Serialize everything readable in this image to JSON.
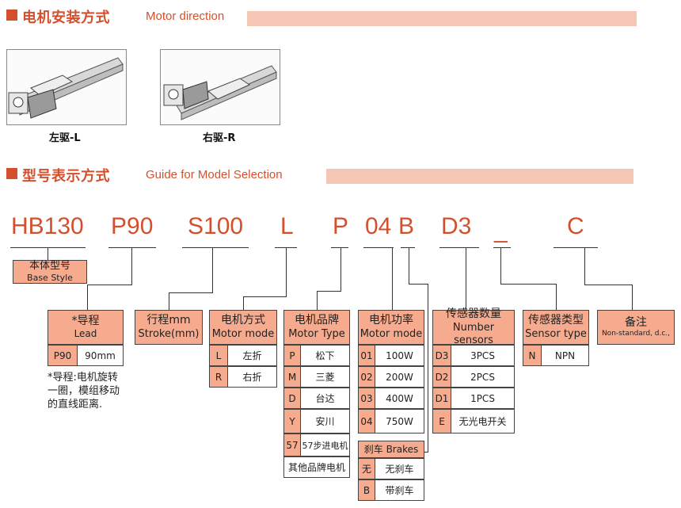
{
  "section1": {
    "title_cn": "电机安装方式",
    "title_en": "Motor direction"
  },
  "directions": [
    {
      "caption": "左驱-L"
    },
    {
      "caption": "右驱-R"
    }
  ],
  "section2": {
    "title_cn": "型号表示方式",
    "title_en": "Guide for Model Selection"
  },
  "model_code": [
    "HB130",
    "P90",
    "S100",
    "L",
    "P",
    "04",
    "B",
    "D3",
    "_",
    "C"
  ],
  "base_style": {
    "cn": "本体型号",
    "en": "Base Style"
  },
  "lead": {
    "cn": "*导程",
    "en": "Lead",
    "key": "P90",
    "value": "90mm",
    "note": "*导程:电机旋转一圈，模组移动的直线距离."
  },
  "stroke": {
    "cn": "行程mm",
    "en": "Stroke(mm)"
  },
  "motor_mode": {
    "cn": "电机方式",
    "en": "Motor mode",
    "options": [
      {
        "key": "L",
        "value": "左折"
      },
      {
        "key": "R",
        "value": "右折"
      }
    ]
  },
  "motor_type": {
    "cn": "电机品牌",
    "en": "Motor Type",
    "options": [
      {
        "key": "P",
        "value": "松下"
      },
      {
        "key": "M",
        "value": "三菱"
      },
      {
        "key": "D",
        "value": "台达"
      },
      {
        "key": "Y",
        "value": "安川"
      },
      {
        "key": "57",
        "value": "57步进电机"
      }
    ],
    "other": "其他品牌电机"
  },
  "motor_power": {
    "cn": "电机功率",
    "en": "Motor mode",
    "options": [
      {
        "key": "01",
        "value": "100W"
      },
      {
        "key": "02",
        "value": "200W"
      },
      {
        "key": "03",
        "value": "400W"
      },
      {
        "key": "04",
        "value": "750W"
      }
    ]
  },
  "brakes": {
    "title": "刹车 Brakes",
    "options": [
      {
        "key": "无",
        "value": "无刹车"
      },
      {
        "key": "B",
        "value": "带刹车"
      }
    ]
  },
  "sensor_count": {
    "cn": "传感器数量",
    "en": "Number sensors",
    "options": [
      {
        "key": "D3",
        "value": "3PCS"
      },
      {
        "key": "D2",
        "value": "2PCS"
      },
      {
        "key": "D1",
        "value": "1PCS"
      },
      {
        "key": "E",
        "value": "无光电开关"
      }
    ]
  },
  "sensor_type": {
    "cn": "传感器类型",
    "en": "Sensor type",
    "options": [
      {
        "key": "N",
        "value": "NPN"
      }
    ]
  },
  "remark": {
    "cn": "备注",
    "en": "Non-standard, d.c.,"
  },
  "colors": {
    "accent": "#d4502c",
    "band": "#f6c6b4",
    "cell": "#f6ab8e"
  }
}
